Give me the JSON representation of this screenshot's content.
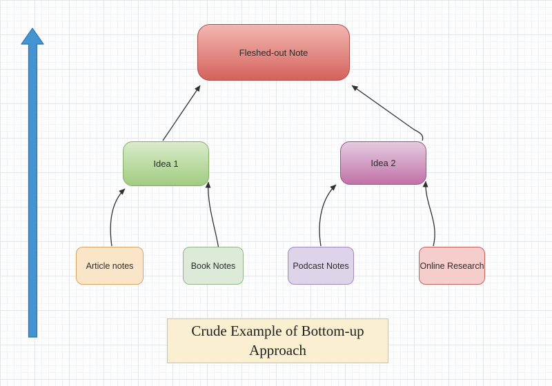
{
  "diagram": {
    "nodes": [
      {
        "id": "fleshed-out-note",
        "label": "Fleshed-out Note",
        "fill_top": "#F2B7B0",
        "fill_bottom": "#D4635C",
        "border": "#A94F4B"
      },
      {
        "id": "idea-1",
        "label": "Idea 1",
        "fill_top": "#DAEBCB",
        "fill_bottom": "#A0CC80",
        "border": "#82AF64"
      },
      {
        "id": "idea-2",
        "label": "Idea 2",
        "fill_top": "#E5CBE1",
        "fill_bottom": "#C172A7",
        "border": "#9A5380"
      },
      {
        "id": "article-notes",
        "label": "Article notes",
        "fill": "#FBE5C8",
        "border": "#DBA360"
      },
      {
        "id": "book-notes",
        "label": "Book Notes",
        "fill": "#DCEAD8",
        "border": "#93B48B"
      },
      {
        "id": "podcast-notes",
        "label": "Podcast Notes",
        "fill": "#DED4E9",
        "border": "#9E88BC"
      },
      {
        "id": "online-research",
        "label": "Online Research",
        "fill": "#F5CDCA",
        "border": "#C2615C"
      }
    ],
    "edges": [
      {
        "from": "article-notes",
        "to": "idea-1"
      },
      {
        "from": "book-notes",
        "to": "idea-1"
      },
      {
        "from": "podcast-notes",
        "to": "idea-2"
      },
      {
        "from": "online-research",
        "to": "idea-2"
      },
      {
        "from": "idea-1",
        "to": "fleshed-out-note"
      },
      {
        "from": "idea-2",
        "to": "fleshed-out-note"
      }
    ],
    "edge_color": "#2F2F2F",
    "up_arrow": {
      "direction": "up",
      "fill": "#4494D2",
      "border": "#2D75AD"
    },
    "caption": {
      "text": "Crude Example of Bottom-up Approach",
      "fill": "#FAF0D1",
      "border": "#C6C1B0"
    }
  }
}
